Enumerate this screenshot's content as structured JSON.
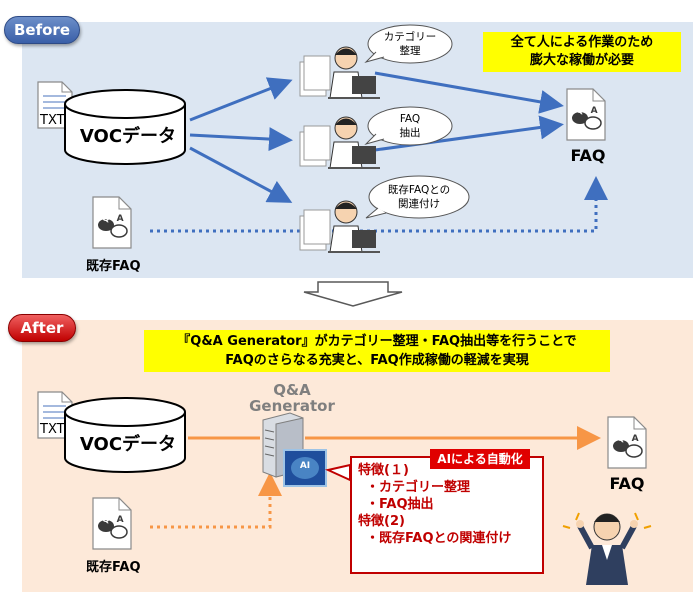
{
  "before": {
    "tag": "Before",
    "headline": [
      "全て人による作業のため",
      "膨大な稼働が必要"
    ],
    "voc_label": "VOCデータ",
    "txt_label": "TXT",
    "existing_faq_label": "既存FAQ",
    "faq_label": "FAQ",
    "bubbles": [
      [
        "カテゴリー",
        "整理"
      ],
      [
        "FAQ",
        "抽出"
      ],
      [
        "既存FAQとの",
        "関連付け"
      ]
    ]
  },
  "after": {
    "tag": "After",
    "headline": [
      "『Q&A Generator』がカテゴリー整理・FAQ抽出等を行うことで",
      "FAQのさらなる充実と、FAQ作成稼働の軽減を実現"
    ],
    "product_name": [
      "Q&A",
      "Generator"
    ],
    "voc_label": "VOCデータ",
    "txt_label": "TXT",
    "existing_faq_label": "既存FAQ",
    "faq_label": "FAQ",
    "ai_badge": "AIによる自動化",
    "ai_chip": "AI",
    "features": [
      "特徴(１)",
      "・カテゴリー整理",
      "・FAQ抽出",
      "特徴(2)",
      "・既存FAQとの関連付け"
    ]
  },
  "qa_icon_text": [
    "Q",
    "A"
  ],
  "colors": {
    "before_bg": "#dce6f2",
    "after_bg": "#fde9d9",
    "blue_arrow": "#3f6fbf",
    "orange_arrow": "#f79646",
    "highlight": "#ffff00",
    "red": "#c00000"
  }
}
